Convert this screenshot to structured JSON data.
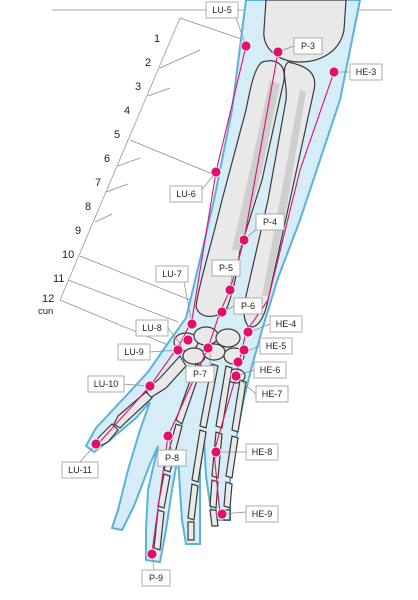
{
  "diagram": {
    "colors": {
      "skin_fill": "#d6ecf7",
      "skin_outline": "#5ab2dd",
      "meridian": "#e0106b",
      "point": "#e0106b",
      "bone": "#e9e9e9"
    },
    "ruler": {
      "marks": [
        "1",
        "2",
        "3",
        "4",
        "5",
        "6",
        "7",
        "8",
        "9",
        "10",
        "11",
        "12"
      ],
      "unit": "cun"
    },
    "points": [
      {
        "label": "LU-5"
      },
      {
        "label": "P-3"
      },
      {
        "label": "HE-3"
      },
      {
        "label": "LU-6"
      },
      {
        "label": "P-4"
      },
      {
        "label": "LU-7"
      },
      {
        "label": "P-5"
      },
      {
        "label": "P-6"
      },
      {
        "label": "HE-4"
      },
      {
        "label": "LU-8"
      },
      {
        "label": "HE-5"
      },
      {
        "label": "LU-9"
      },
      {
        "label": "P-7"
      },
      {
        "label": "HE-6"
      },
      {
        "label": "LU-10"
      },
      {
        "label": "HE-7"
      },
      {
        "label": "HE-8"
      },
      {
        "label": "P-8"
      },
      {
        "label": "LU-11"
      },
      {
        "label": "HE-9"
      },
      {
        "label": "P-9"
      }
    ]
  }
}
